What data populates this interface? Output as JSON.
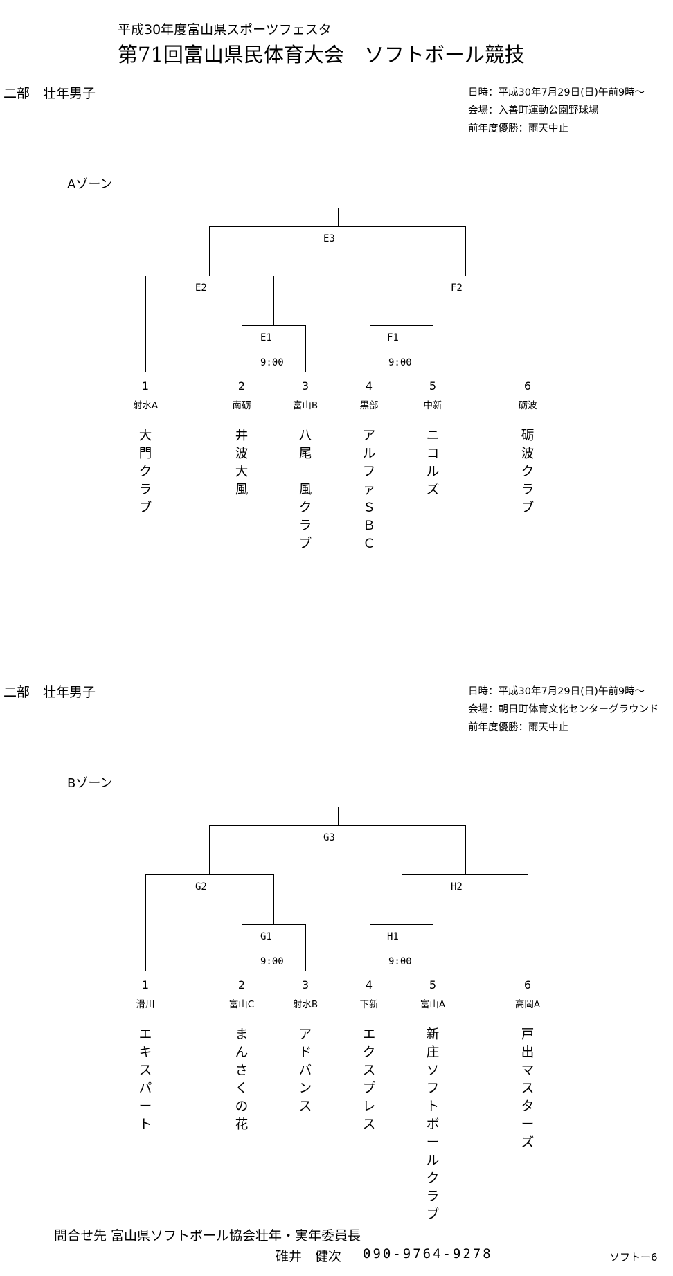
{
  "header": {
    "subtitle": "平成30年度富山県スポーツフェスタ",
    "title": "第71回富山県民体育大会　ソフトボール競技"
  },
  "sections": [
    {
      "division": "二部　壮年男子",
      "info": [
        "日時：平成30年7月29日(日)午前9時～",
        "会場：入善町運動公園野球場",
        "前年度優勝：雨天中止"
      ],
      "zone": "Aゾーン",
      "labels": {
        "top": "E3",
        "left": "E2",
        "right": "F2",
        "left_inner": "E1",
        "right_inner": "F1",
        "left_time": "9:00",
        "right_time": "9:00"
      },
      "entries": [
        {
          "num": "1",
          "area": "射水A",
          "team": "大門クラブ"
        },
        {
          "num": "2",
          "area": "南砺",
          "team": "井波大風"
        },
        {
          "num": "3",
          "area": "富山B",
          "team": "八尾　風クラブ"
        },
        {
          "num": "4",
          "area": "黒部",
          "team": "アルファＳＢＣ"
        },
        {
          "num": "5",
          "area": "中新",
          "team": "ニコルズ"
        },
        {
          "num": "6",
          "area": "砺波",
          "team": "砺波クラブ"
        }
      ]
    },
    {
      "division": "二部　壮年男子",
      "info": [
        "日時：平成30年7月29日(日)午前9時～",
        "会場：朝日町体育文化センターグラウンド",
        "前年度優勝：雨天中止"
      ],
      "zone": "Bゾーン",
      "labels": {
        "top": "G3",
        "left": "G2",
        "right": "H2",
        "left_inner": "G1",
        "right_inner": "H1",
        "left_time": "9:00",
        "right_time": "9:00"
      },
      "entries": [
        {
          "num": "1",
          "area": "滑川",
          "team": "エキスパート"
        },
        {
          "num": "2",
          "area": "富山C",
          "team": "まんさくの花"
        },
        {
          "num": "3",
          "area": "射水B",
          "team": "アドバンス"
        },
        {
          "num": "4",
          "area": "下新",
          "team": "エクスプレス"
        },
        {
          "num": "5",
          "area": "富山A",
          "team": "新庄ソフトボールクラブ"
        },
        {
          "num": "6",
          "area": "高岡A",
          "team": "戸出マスターズ"
        }
      ]
    }
  ],
  "footer": {
    "contact_label": "問合せ先 富山県ソフトボール協会壮年・実年委員長",
    "contact_name": "碓井　健次",
    "phone": "090-9764-9278",
    "page_id": "ソフトー6"
  }
}
